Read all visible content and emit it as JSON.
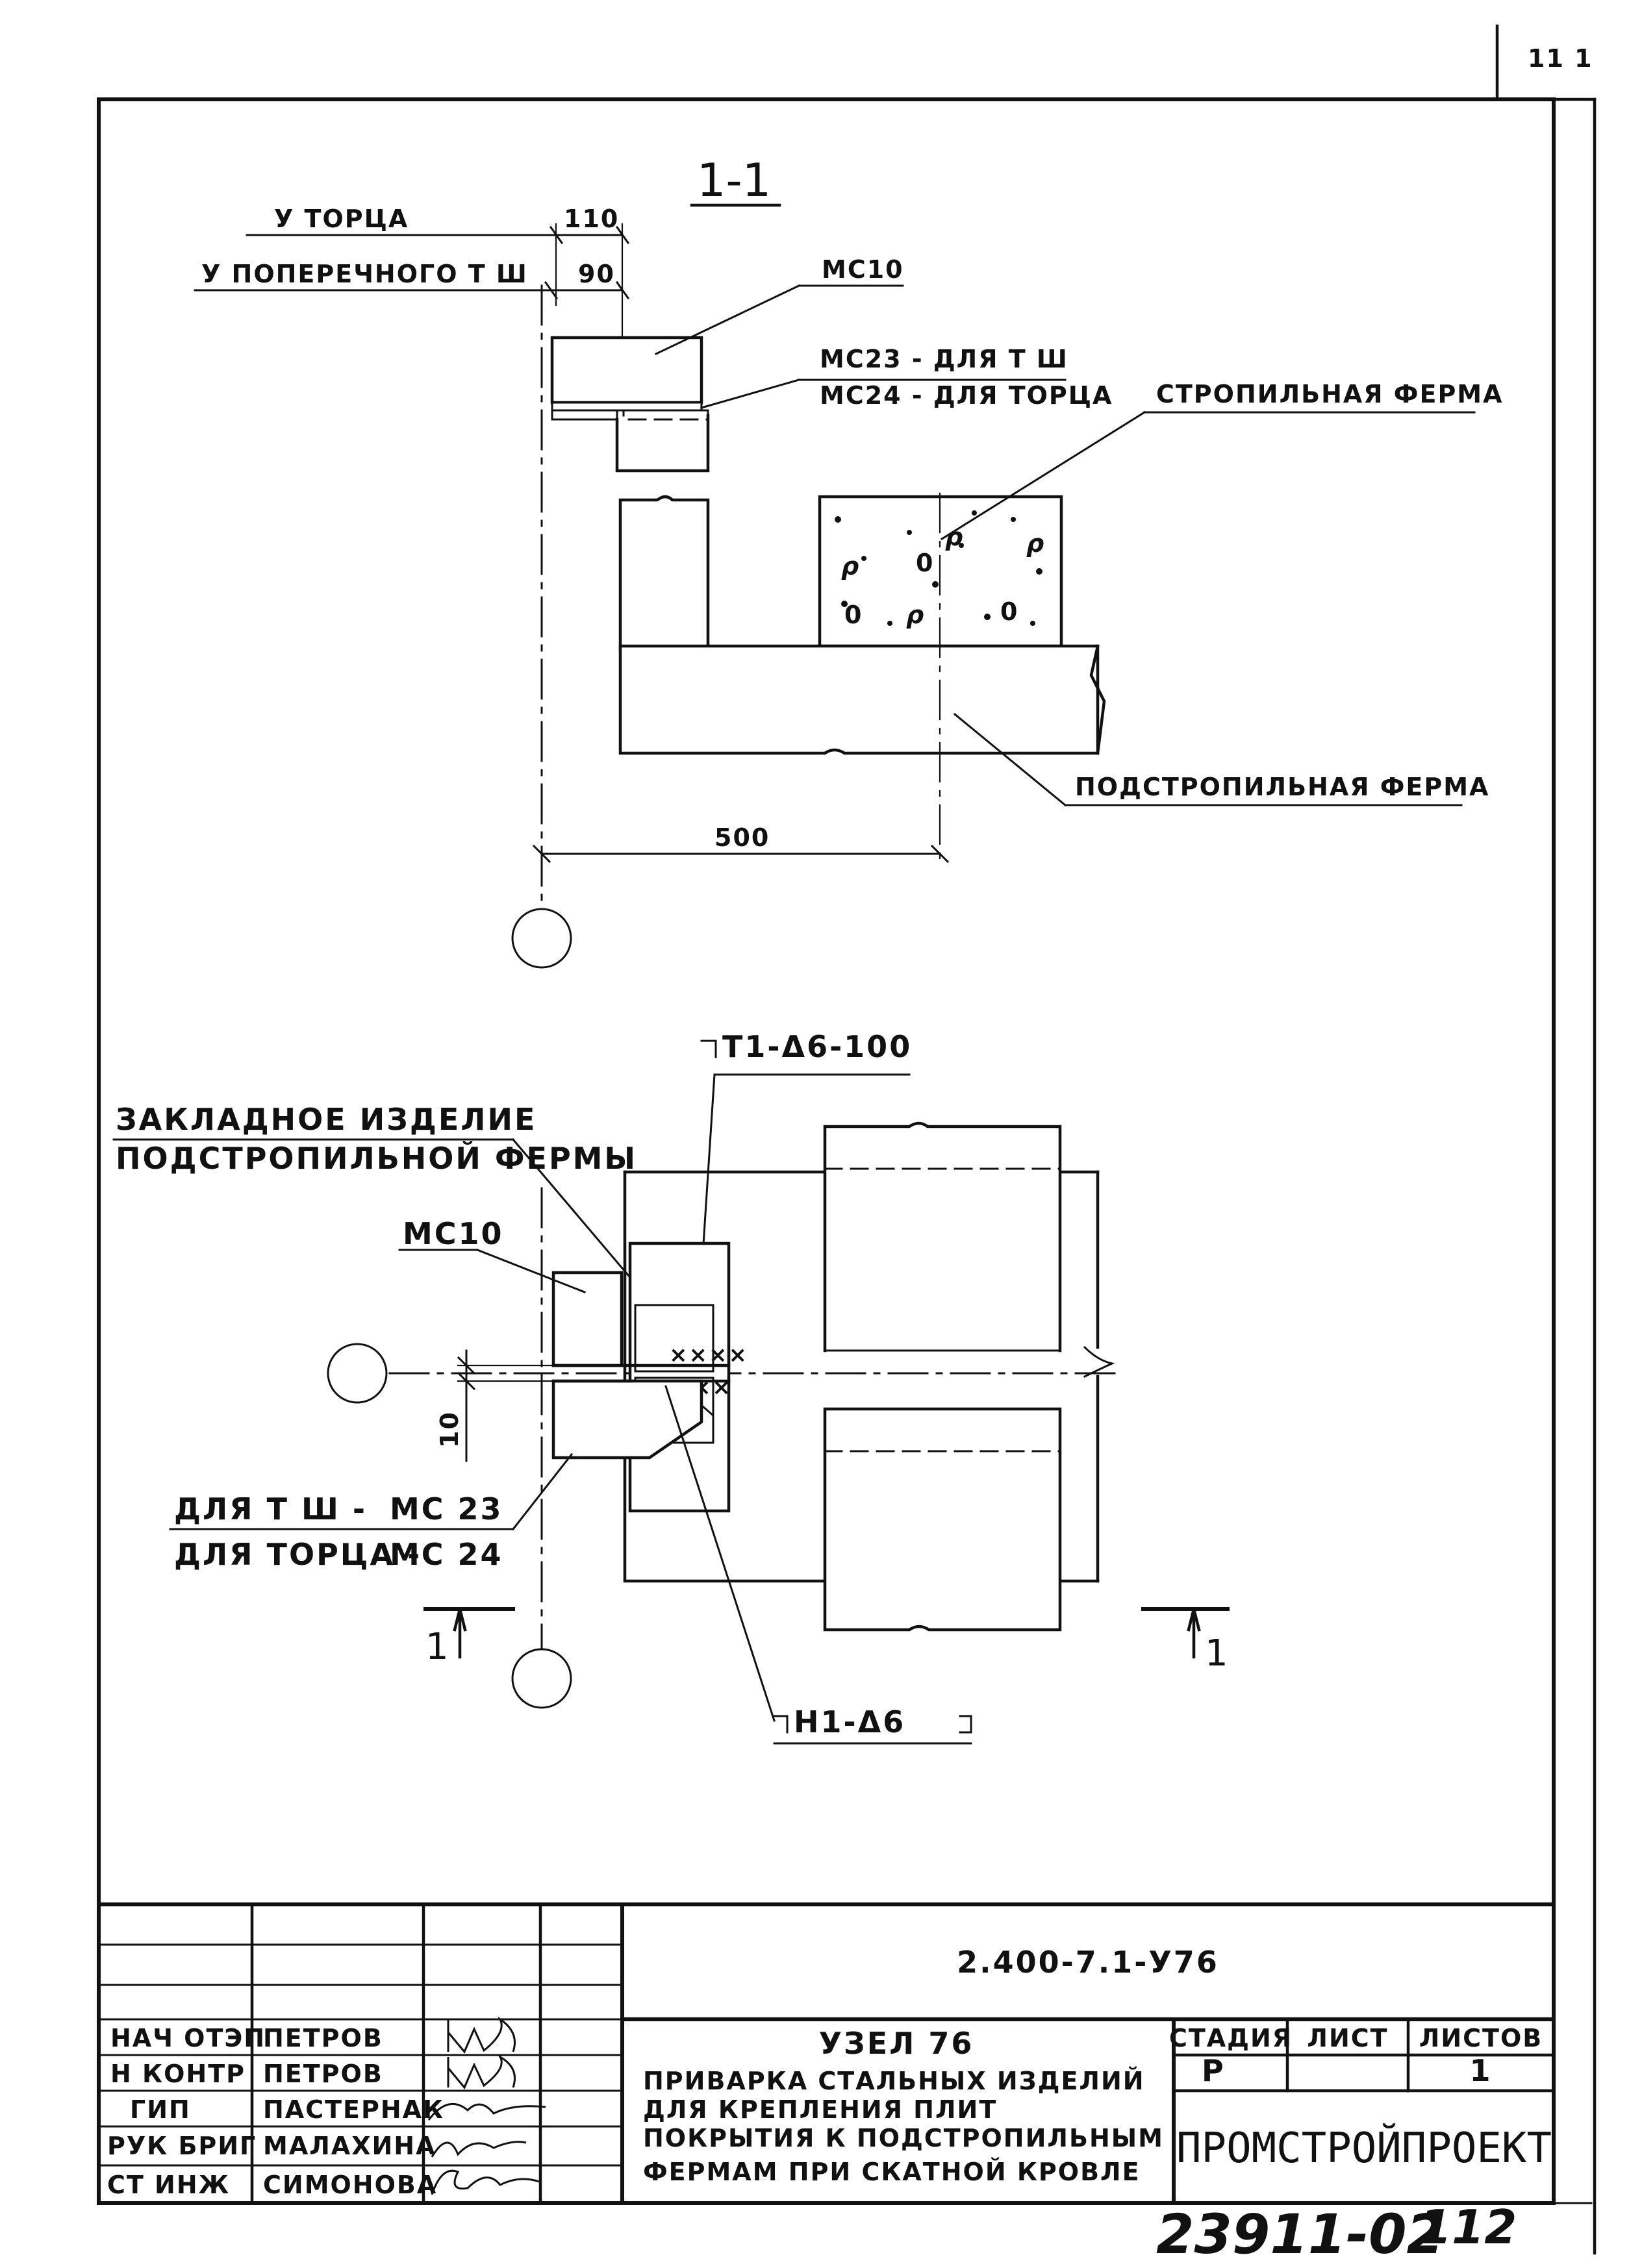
{
  "sheet": {
    "corner_number": "11 1",
    "document_code": "2.400-7.1-У76",
    "bottom_handwritten": "23911-02",
    "bottom_handwritten_page": "112"
  },
  "section_view": {
    "section_title": "1-1",
    "dim_label_end": "У ТОРЦА",
    "dim_value_end": "110",
    "dim_label_transverse": "У ПОПЕРЕЧНОГО Т Ш",
    "dim_value_transverse": "90",
    "part_mc10": "МС10",
    "part_mc23": "МС23 - ДЛЯ Т Ш",
    "part_mc24": "МС24 - ДЛЯ ТОРЦА",
    "rafter_truss": "СТРОПИЛЬНАЯ ФЕРМА",
    "sub_rafter_truss": "ПОДСТРОПИЛЬНАЯ ФЕРМА",
    "dim_500": "500"
  },
  "plan_view": {
    "weld_top": "Т1-Δ6-100",
    "embedded_line1": "ЗАКЛАДНОЕ ИЗДЕЛИЕ",
    "embedded_line2": "ПОДСТРОПИЛЬНОЙ ФЕРМЫ",
    "part_mc10": "МС10",
    "dim_10": "10",
    "for_tsh": "ДЛЯ Т Ш -",
    "for_tsh_part": "МС 23",
    "for_end": "ДЛЯ ТОРЦА -",
    "for_end_part": "МС 24",
    "section_mark_left": "1",
    "section_mark_right": "1",
    "weld_bottom": "Н1-Δ6"
  },
  "title_block": {
    "roles": [
      "НАЧ ОТЭП",
      "Н КОНТР",
      "ГИП",
      "РУК БРИГ",
      "СТ ИНЖ"
    ],
    "names": [
      "ПЕТРОВ",
      "ПЕТРОВ",
      "ПАСТЕРНАК",
      "МАЛАХИНА",
      "СИМОНОВА"
    ],
    "node_title": "УЗЕЛ 76",
    "description": [
      "ПРИВАРКА СТАЛЬНЫХ ИЗДЕЛИЙ",
      "ДЛЯ КРЕПЛЕНИЯ ПЛИТ",
      "ПОКРЫТИЯ К ПОДСТРОПИЛЬНЫМ",
      "ФЕРМАМ ПРИ СКАТНОЙ КРОВЛЕ"
    ],
    "stage_header": "СТАДИЯ",
    "sheet_header": "ЛИСТ",
    "sheets_header": "ЛИСТОВ",
    "stage_value": "Р",
    "sheet_value": "",
    "sheets_value": "1",
    "organization": "ПРОМСТРОЙПРОЕКТ"
  }
}
